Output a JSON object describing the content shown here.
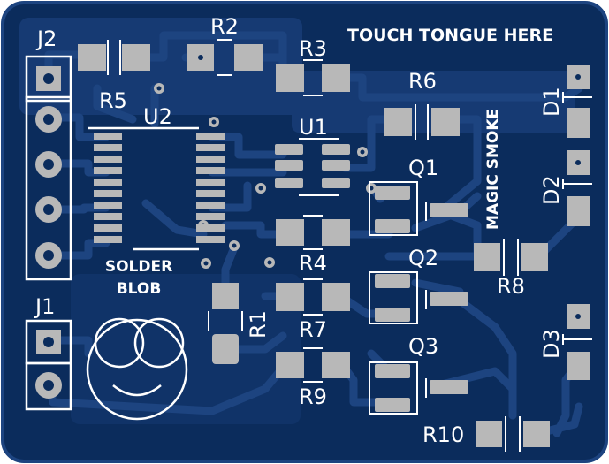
{
  "board": {
    "substrate_color": "#0b2c5c",
    "trace_color": "#1d4480",
    "pad_color": "#b8b8b8",
    "silkscreen_color": "#ffffff"
  },
  "labels": {
    "touch": "TOUCH TONGUE HERE",
    "magic_smoke": "MAGIC SMOKE",
    "solder_line1": "SOLDER",
    "solder_line2": "BLOB"
  },
  "designators": {
    "J2": "J2",
    "J1": "J1",
    "R1": "R1",
    "R2": "R2",
    "R3": "R3",
    "R4": "R4",
    "R5": "R5",
    "R6": "R6",
    "R7": "R7",
    "R8": "R8",
    "R9": "R9",
    "R10": "R10",
    "U1": "U1",
    "U2": "U2",
    "Q1": "Q1",
    "Q2": "Q2",
    "Q3": "Q3",
    "D1": "D1",
    "D2": "D2",
    "D3": "D3"
  },
  "icons": {
    "logo": "smiley-face-icon"
  }
}
